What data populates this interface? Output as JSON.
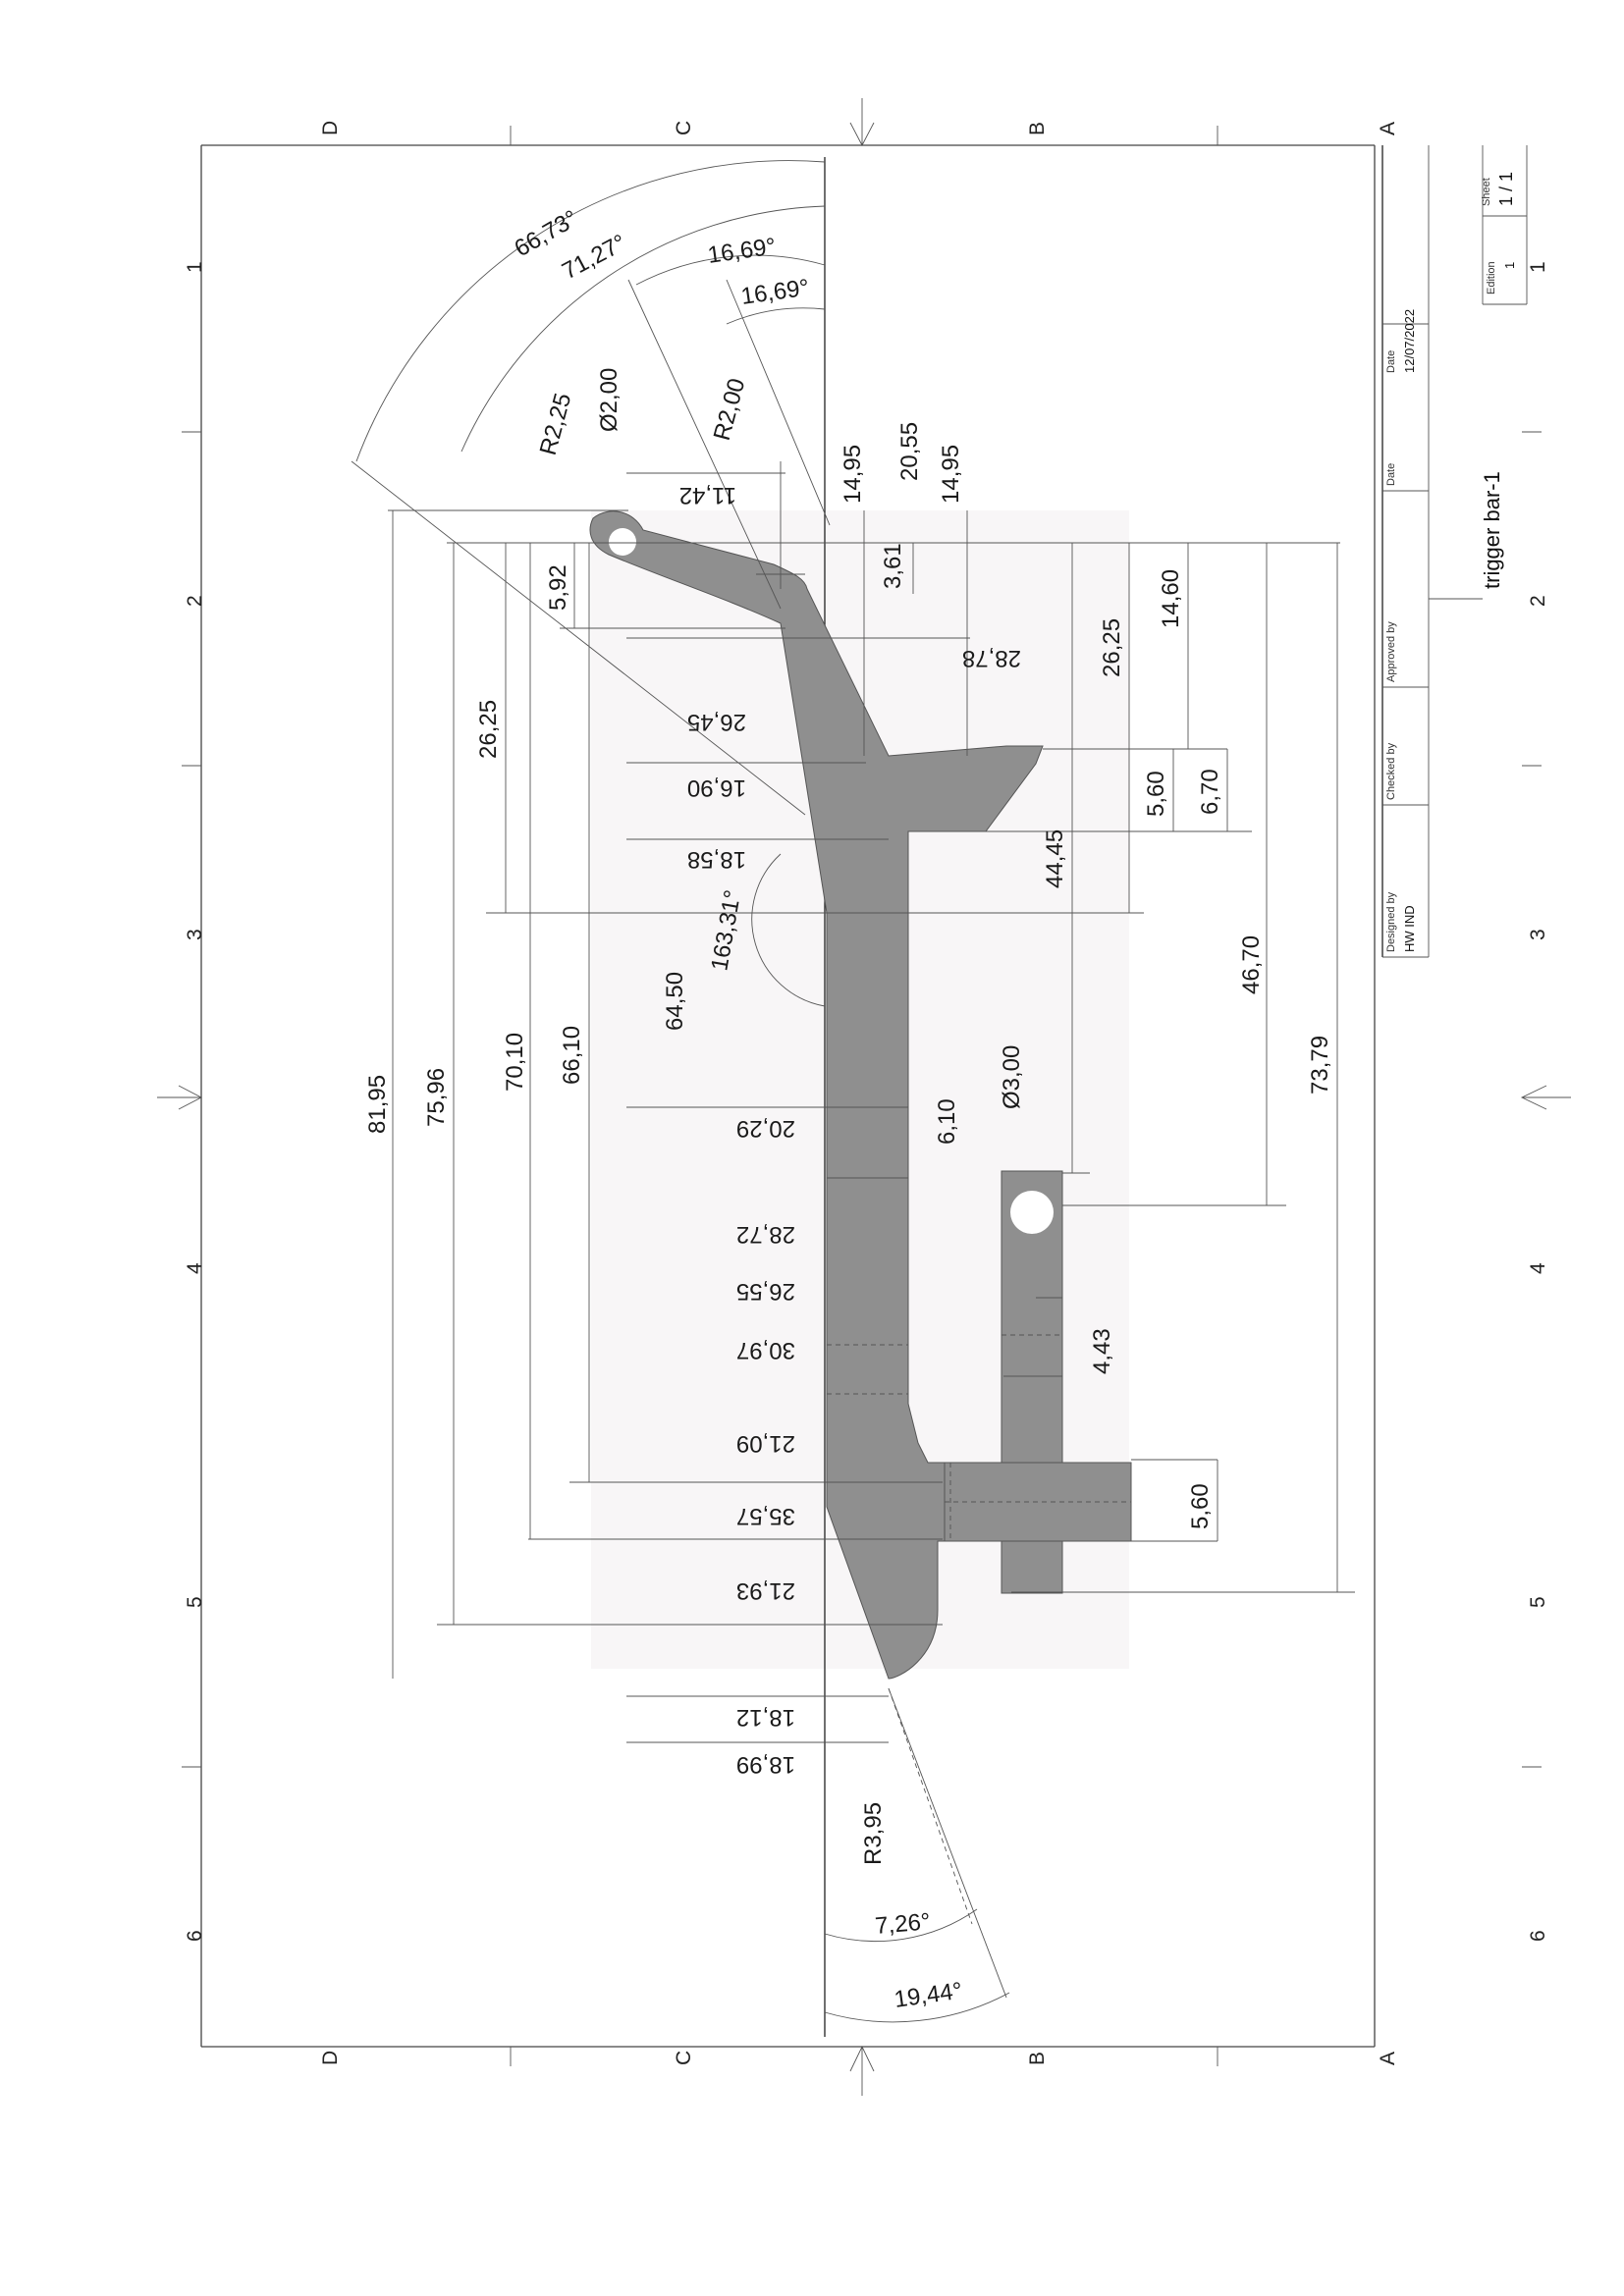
{
  "title_block": {
    "drawing_title": "trigger bar-1",
    "designed_by_label": "Designed by",
    "designed_by_value": "HW IND",
    "checked_by_label": "Checked by",
    "checked_by_value": "",
    "approved_by_label": "Approved by",
    "approved_by_value": "",
    "date_label_1": "Date",
    "date_value_1": "",
    "date_label_2": "Date",
    "date_value_2": "12/07/2022",
    "edition_label": "Edition",
    "edition_value": "1",
    "sheet_label": "Sheet",
    "sheet_value": "1 / 1"
  },
  "zones": {
    "letters": [
      "D",
      "C",
      "B",
      "A"
    ],
    "numbers": [
      "1",
      "2",
      "3",
      "4",
      "5",
      "6"
    ]
  },
  "dimensions": {
    "angles": [
      "66,73°",
      "71,27°",
      "16,69°",
      "16,69°",
      "163,31°",
      "7,26°",
      "19,44°"
    ],
    "radii": [
      "R2,25",
      "R2,00",
      "R3,95"
    ],
    "diameters": [
      "Ø2,00",
      "Ø3,00"
    ],
    "vertical_left": [
      "81,95",
      "75,96",
      "70,10",
      "66,10",
      "64,50",
      "26,25",
      "5,92"
    ],
    "horizontal_left": [
      "11,42",
      "28,78",
      "26,45",
      "16,90",
      "18,58",
      "20,29",
      "28,72",
      "26,55",
      "30,97",
      "21,09",
      "35,57",
      "21,93",
      "18,12",
      "18,99"
    ],
    "top_right": [
      "14,95",
      "20,55",
      "14,95",
      "3,61",
      "26,25",
      "14,60",
      "44,45",
      "5,60",
      "6,70",
      "46,70",
      "73,79",
      "6,10",
      "4,43",
      "5,60"
    ]
  },
  "colors": {
    "part_fill": "#8f8f8f",
    "view_background": "#f8f6f7",
    "line": "#222222"
  }
}
